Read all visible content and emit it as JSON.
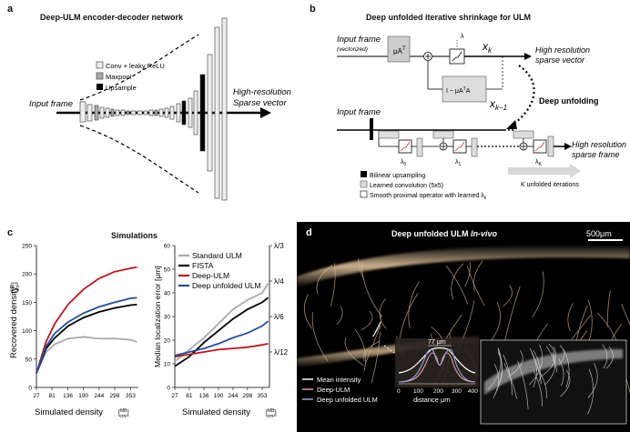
{
  "panel_a": {
    "label": "a",
    "title": "Deep-ULM encoder-decoder network",
    "input_label": "Input frame",
    "output_label_1": "High-resolution",
    "output_label_2": "Sparse vector",
    "legend": [
      "Conv + leaky ReLU",
      "Maxpool",
      "Upsample"
    ]
  },
  "panel_b": {
    "label": "b",
    "title": "Deep unfolded iterative shrinkage for ULM",
    "input_label": "Input frame",
    "input_sub": "(vectorized)",
    "mu_box": "μA",
    "mu_sup": "T",
    "lambda": "λ",
    "xk": "x",
    "xk_sub": "k",
    "xk1_sub": "k−1",
    "feedback_box": "I − μA",
    "feedback_sup": "T",
    "feedback_tail": "A",
    "output_1": "High resolution",
    "output_2": "sparse vector",
    "deep_unfolding": "Deep unfolding",
    "input_frame_2": "Input frame",
    "output2_1": "High resolution",
    "output2_2": "sparse frame",
    "lam0": "λ",
    "lam0_sub": "0",
    "lam1": "λ",
    "lam1_sub": "1",
    "lamK": "λ",
    "lamK_sub": "K",
    "legend": [
      "Bilinear upsampling",
      "Learned convolution (5x5)",
      "Smooth proximal operator with learned λ"
    ],
    "legend3_sub": "k",
    "iterations": "K unfolded iterations"
  },
  "panel_c": {
    "label": "c",
    "title": "Simulations",
    "xlabel": "Simulated density",
    "xunit_num": "MB",
    "xunit_den": "cm²",
    "left_ylabel": "Recovered density",
    "left_yunit_num": "MB",
    "left_yunit_den": "cm²",
    "right_ylabel": "Median localization error [μm]",
    "legend": [
      "Standard ULM",
      "FISTA",
      "Deep-ULM",
      "Deep unfolded ULM"
    ]
  },
  "panel_d": {
    "label": "d",
    "title": "Deep unfolded ULM",
    "title_em": "In-vivo",
    "scalebar": "500μm",
    "inset_width": "77 μm",
    "inset_xlabel": "distance μm",
    "inset_ticks": [
      "0",
      "100",
      "200",
      "300",
      "400"
    ],
    "legend": [
      "Mean intensity",
      "Deep-ULM",
      "Deep unfolded ULM"
    ]
  },
  "chart_data": [
    {
      "type": "line",
      "title": "Simulations",
      "xlabel": "Simulated density [MB/cm²]",
      "ylabel": "Recovered density [MB/cm²]",
      "x": [
        27,
        81,
        136,
        190,
        244,
        298,
        353
      ],
      "xlim": [
        27,
        380
      ],
      "ylim": [
        0,
        250
      ],
      "yticks": [
        0,
        50,
        100,
        150,
        200,
        250
      ],
      "series": [
        {
          "name": "Standard ULM",
          "color": "#aaaaaa",
          "x": [
            27,
            60,
            90,
            136,
            190,
            244,
            298,
            353,
            375
          ],
          "values": [
            25,
            62,
            76,
            86,
            89,
            86,
            86,
            84,
            80
          ]
        },
        {
          "name": "FISTA",
          "color": "#000000",
          "x": [
            27,
            60,
            90,
            136,
            190,
            244,
            298,
            353,
            375
          ],
          "values": [
            25,
            68,
            87,
            108,
            123,
            133,
            140,
            145,
            146
          ]
        },
        {
          "name": "Deep-ULM",
          "color": "#c0141b",
          "x": [
            27,
            60,
            90,
            136,
            190,
            244,
            298,
            353,
            375
          ],
          "values": [
            25,
            80,
            112,
            146,
            173,
            192,
            204,
            210,
            212
          ]
        },
        {
          "name": "Deep unfolded ULM",
          "color": "#1f4e9e",
          "x": [
            27,
            60,
            90,
            136,
            190,
            244,
            298,
            353,
            375
          ],
          "values": [
            25,
            72,
            95,
            115,
            131,
            142,
            150,
            157,
            158
          ]
        }
      ]
    },
    {
      "type": "line",
      "xlabel": "Simulated density [MB/cm²]",
      "ylabel": "Median localization error [μm]",
      "x": [
        27,
        81,
        136,
        190,
        244,
        298,
        353
      ],
      "xlim": [
        27,
        380
      ],
      "ylim": [
        0,
        60
      ],
      "yticks": [
        0,
        10,
        20,
        30,
        40,
        50,
        60
      ],
      "right_ticks": [
        "λ/3",
        "λ/4",
        "λ/6",
        "λ/12"
      ],
      "series": [
        {
          "name": "Standard ULM",
          "color": "#aaaaaa",
          "x": [
            27,
            81,
            136,
            190,
            244,
            298,
            353,
            375
          ],
          "values": [
            11,
            16,
            21,
            27,
            33,
            37,
            40,
            44
          ]
        },
        {
          "name": "FISTA",
          "color": "#000000",
          "x": [
            27,
            81,
            136,
            190,
            244,
            298,
            353,
            375
          ],
          "values": [
            9,
            13,
            19,
            24,
            29,
            33,
            36,
            38
          ]
        },
        {
          "name": "Deep-ULM",
          "color": "#c0141b",
          "x": [
            27,
            81,
            136,
            190,
            244,
            298,
            353,
            375
          ],
          "values": [
            13,
            14,
            15,
            16,
            16.5,
            17,
            18,
            18.5
          ]
        },
        {
          "name": "Deep unfolded ULM",
          "color": "#1f4e9e",
          "x": [
            27,
            81,
            136,
            190,
            244,
            298,
            353,
            375
          ],
          "values": [
            13.5,
            15,
            16.5,
            18.5,
            21,
            23,
            26,
            28
          ]
        }
      ]
    }
  ]
}
